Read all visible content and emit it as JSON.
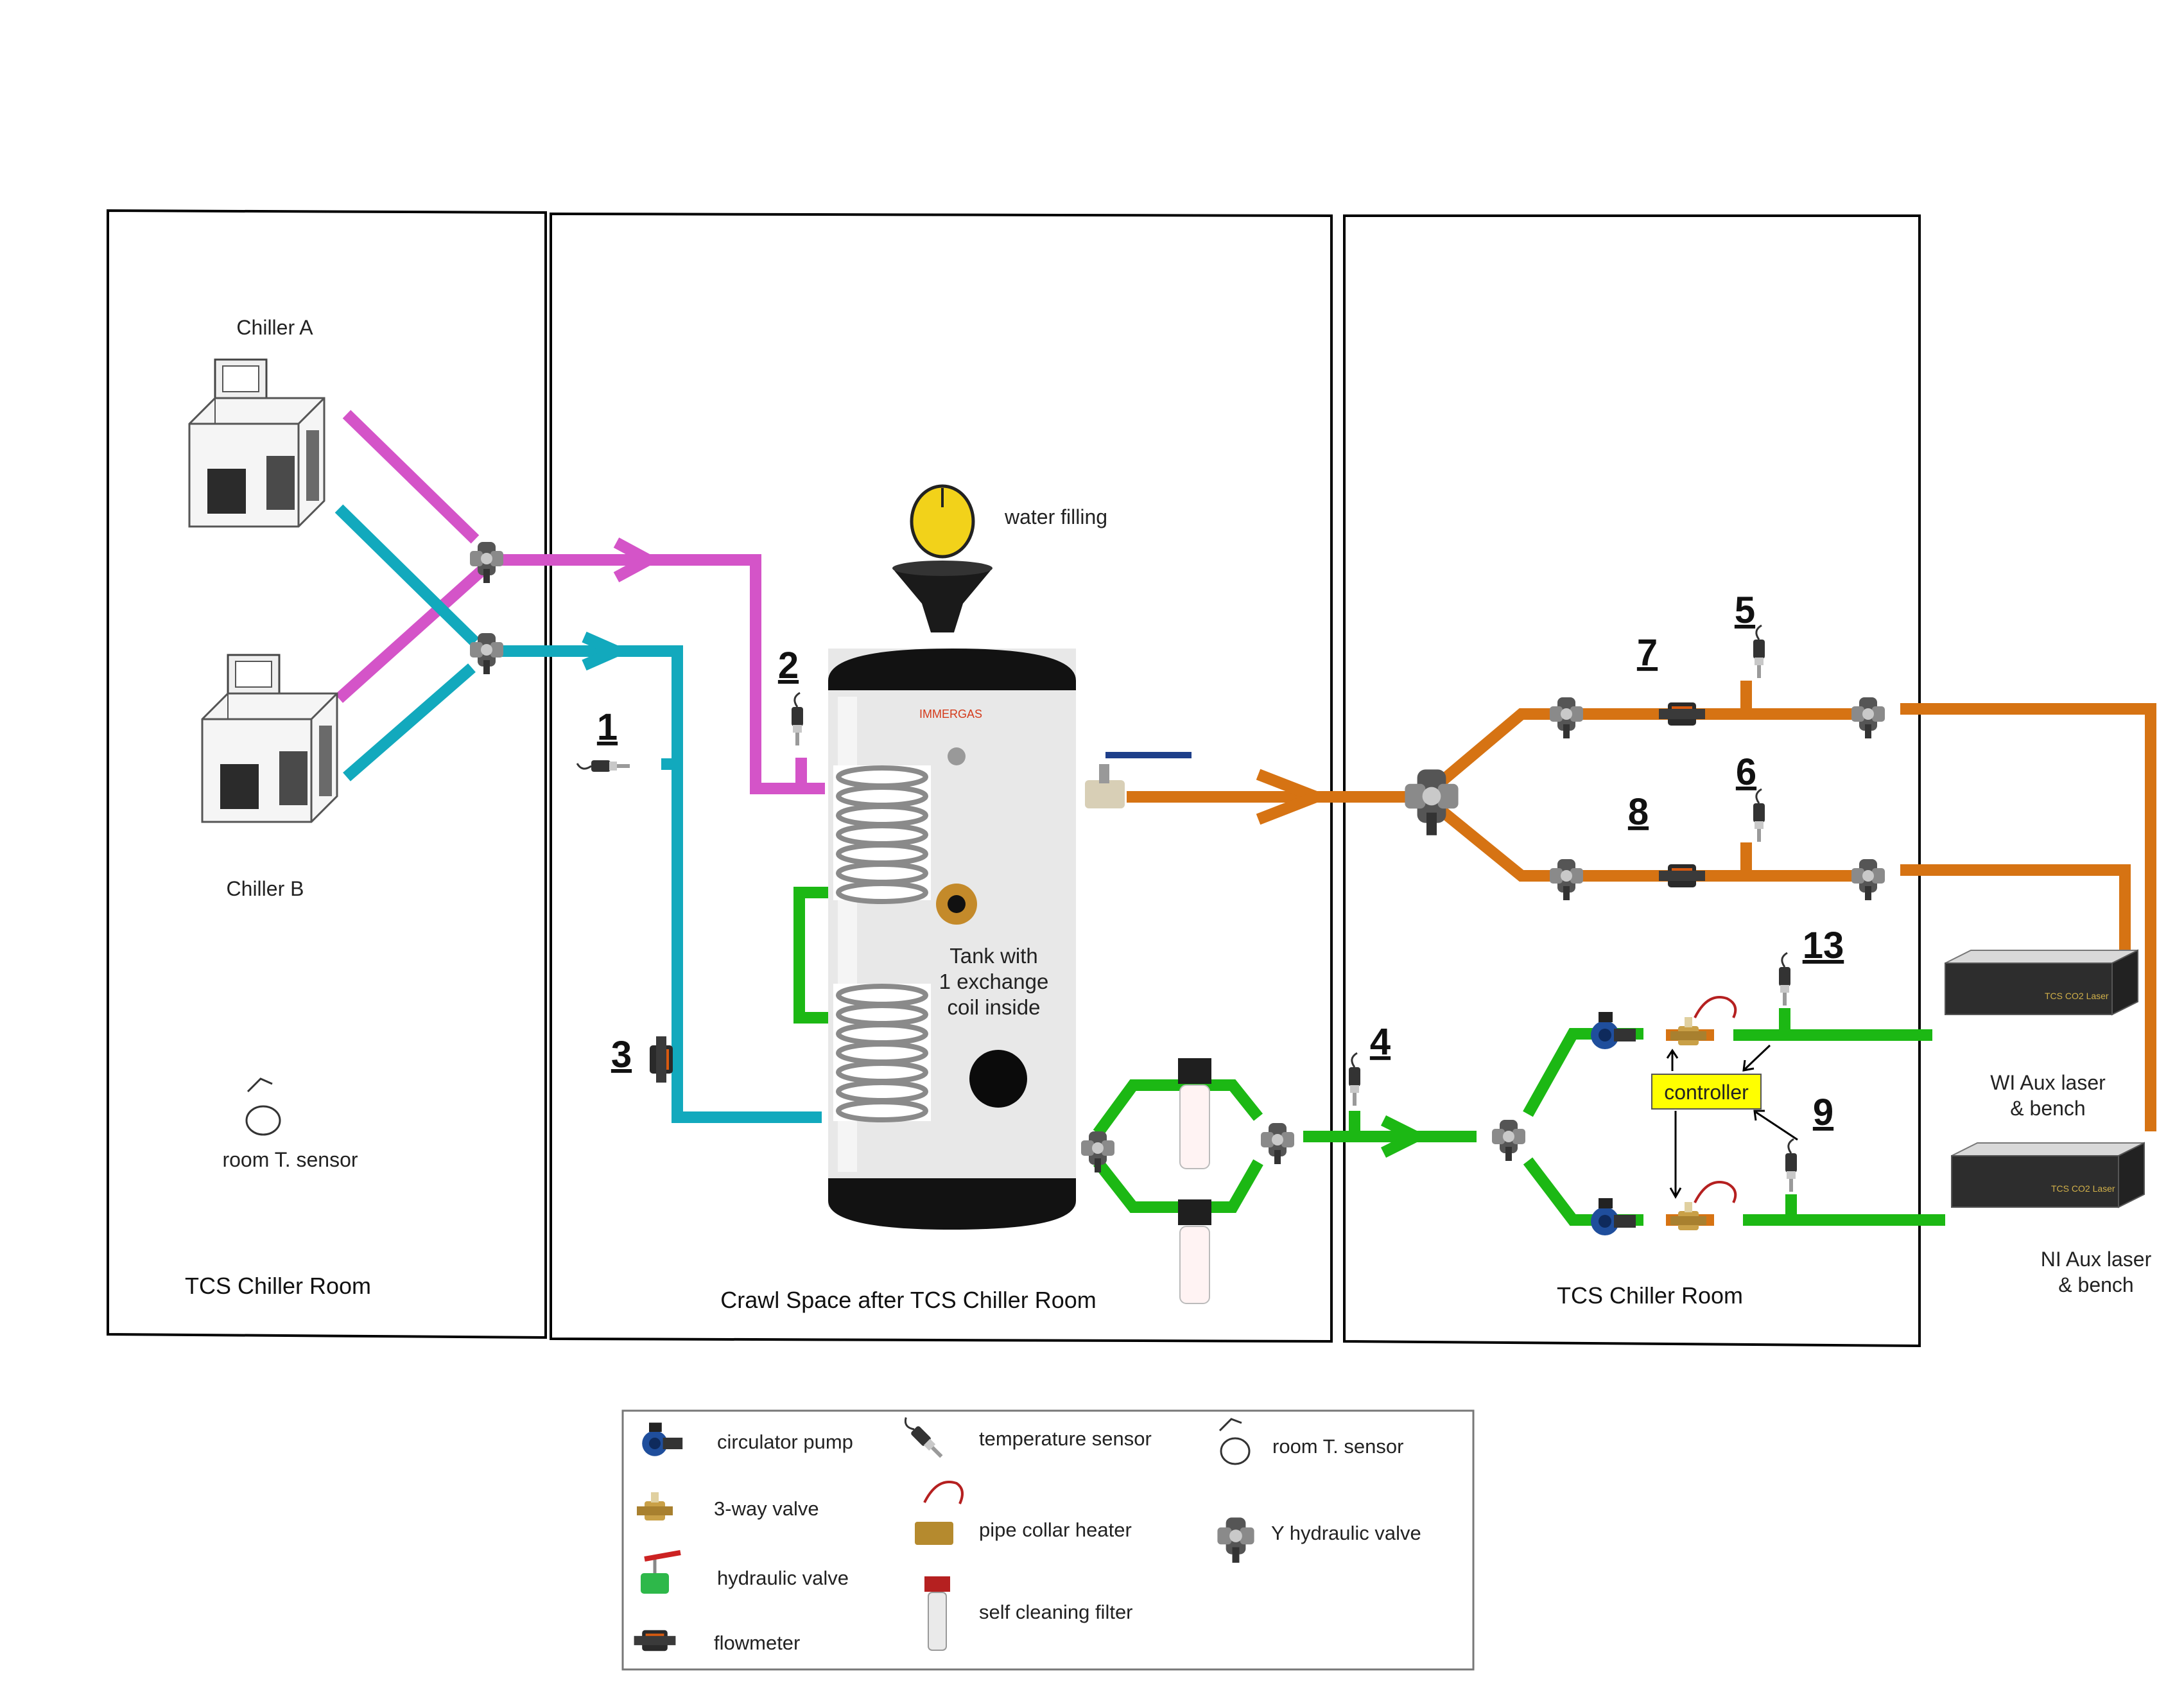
{
  "colors": {
    "magenta": "#d454c8",
    "cyan": "#12a9bd",
    "orange": "#d67313",
    "green": "#1cb814",
    "yellow": "#ffff00",
    "frame": "#000000"
  },
  "rooms": {
    "left": "TCS Chiller Room",
    "middle": "Crawl Space after TCS Chiller Room",
    "right": "TCS Chiller Room"
  },
  "labels": {
    "chiller_a": "Chiller A",
    "chiller_b": "Chiller B",
    "room_sensor": "room T. sensor",
    "water_filling": "water filling",
    "tank_line1": "Tank with",
    "tank_line2": "1 exchange",
    "tank_line3": "coil inside",
    "tank_brand": "IMMERGAS",
    "controller": "controller",
    "wi_line1": "WI Aux laser",
    "wi_line2": "& bench",
    "ni_line1": "NI Aux laser",
    "ni_line2": "& bench",
    "laser_tag": "TCS CO2 Laser"
  },
  "sensor_numbers": [
    "1",
    "2",
    "3",
    "4",
    "5",
    "6",
    "7",
    "8",
    "9",
    "13"
  ],
  "legend": {
    "items": [
      {
        "label": "circulator pump",
        "icon": "circulator-pump-icon"
      },
      {
        "label": "3-way valve",
        "icon": "three-way-valve-icon"
      },
      {
        "label": "hydraulic valve",
        "icon": "hydraulic-valve-icon"
      },
      {
        "label": "flowmeter",
        "icon": "flowmeter-icon"
      },
      {
        "label": "temperature sensor",
        "icon": "temperature-sensor-icon"
      },
      {
        "label": "pipe collar heater",
        "icon": "pipe-collar-heater-icon"
      },
      {
        "label": "self cleaning filter",
        "icon": "self-cleaning-filter-icon"
      },
      {
        "label": "room T. sensor",
        "icon": "room-sensor-icon"
      },
      {
        "label": "Y hydraulic valve",
        "icon": "y-hydraulic-valve-icon"
      }
    ]
  }
}
